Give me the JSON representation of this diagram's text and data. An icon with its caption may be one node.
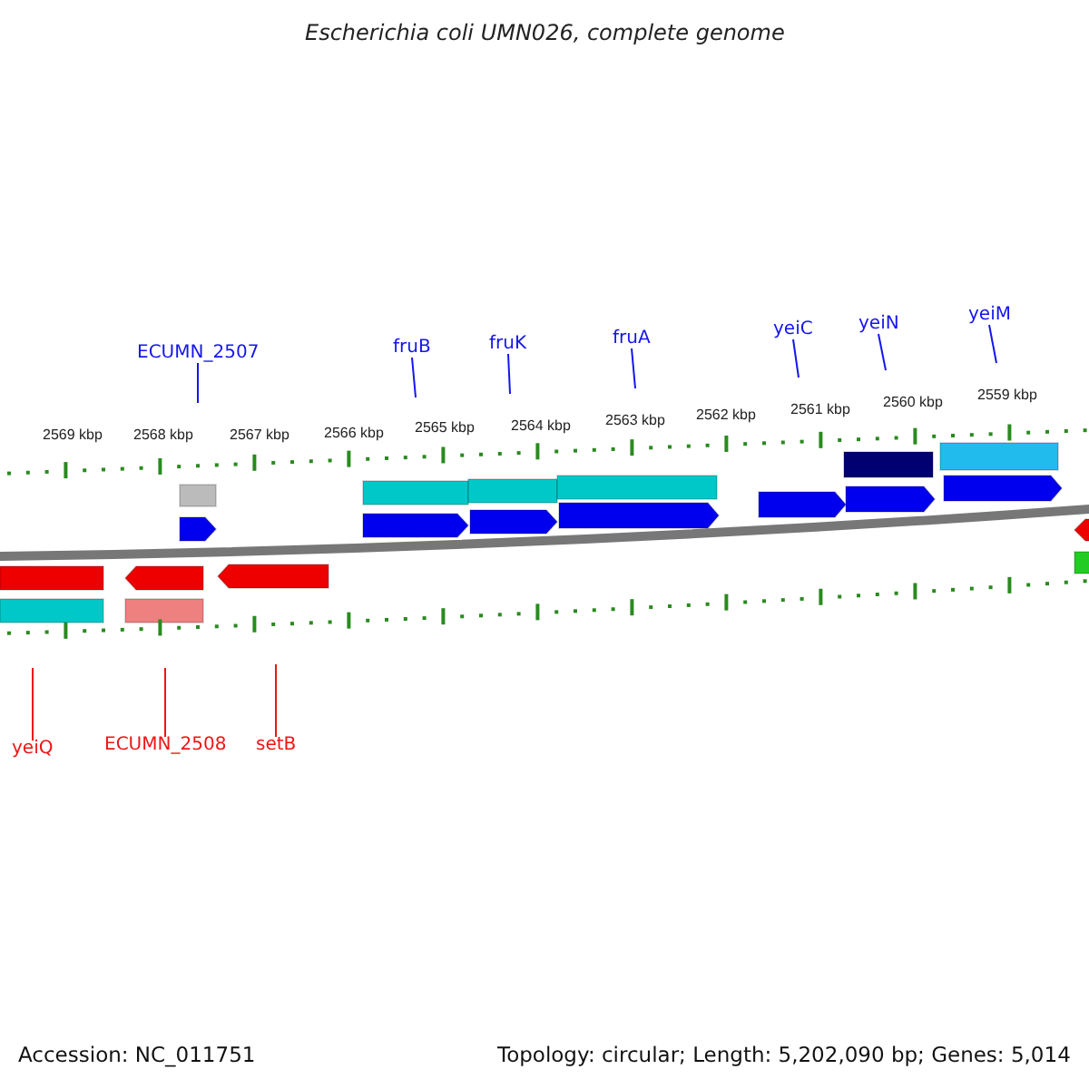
{
  "diagram": {
    "title": "Escherichia coli UMN026, complete genome",
    "nodes": [
      {
        "text": [
          "ECUMN_2507"
        ]
      },
      {
        "text": [
          "fruB"
        ]
      },
      {
        "text": [
          "fruK"
        ]
      },
      {
        "text": [
          "fruA"
        ]
      },
      {
        "text": [
          "yeiC"
        ]
      },
      {
        "text": [
          "yeiN"
        ]
      },
      {
        "text": [
          "yeiM"
        ]
      },
      {
        "text": [
          "yeiQ"
        ]
      },
      {
        "text": [
          "ECUMN_2508"
        ]
      },
      {
        "text": [
          "setB"
        ]
      }
    ],
    "edges": [
      {
        "from": 0,
        "to": null,
        "arrow": "none"
      },
      {
        "from": 1,
        "to": null,
        "arrow": "none"
      },
      {
        "from": 2,
        "to": null,
        "arrow": "none"
      },
      {
        "from": 3,
        "to": null,
        "arrow": "none"
      },
      {
        "from": 4,
        "to": null,
        "arrow": "none"
      },
      {
        "from": 5,
        "to": null,
        "arrow": "none"
      },
      {
        "from": 6,
        "to": null,
        "arrow": "none"
      },
      {
        "from": 7,
        "to": null,
        "arrow": "none",
        "color": "#ee1515"
      },
      {
        "from": 8,
        "to": null,
        "arrow": "none",
        "color": "#ee1515"
      },
      {
        "from": 9,
        "to": null,
        "arrow": "none",
        "color": "#ee1515"
      }
    ],
    "labels": [
      "2569 kbp",
      "2568 kbp",
      "2567 kbp",
      "2566 kbp",
      "2565 kbp",
      "2564 kbp",
      "2563 kbp",
      "2562 kbp",
      "2561 kbp",
      "2560 kbp",
      "2559 kbp",
      "Accession: NC_011751",
      "Topology: circular; Length: 5,202,090 bp; Genes: 5,014"
    ]
  }
}
